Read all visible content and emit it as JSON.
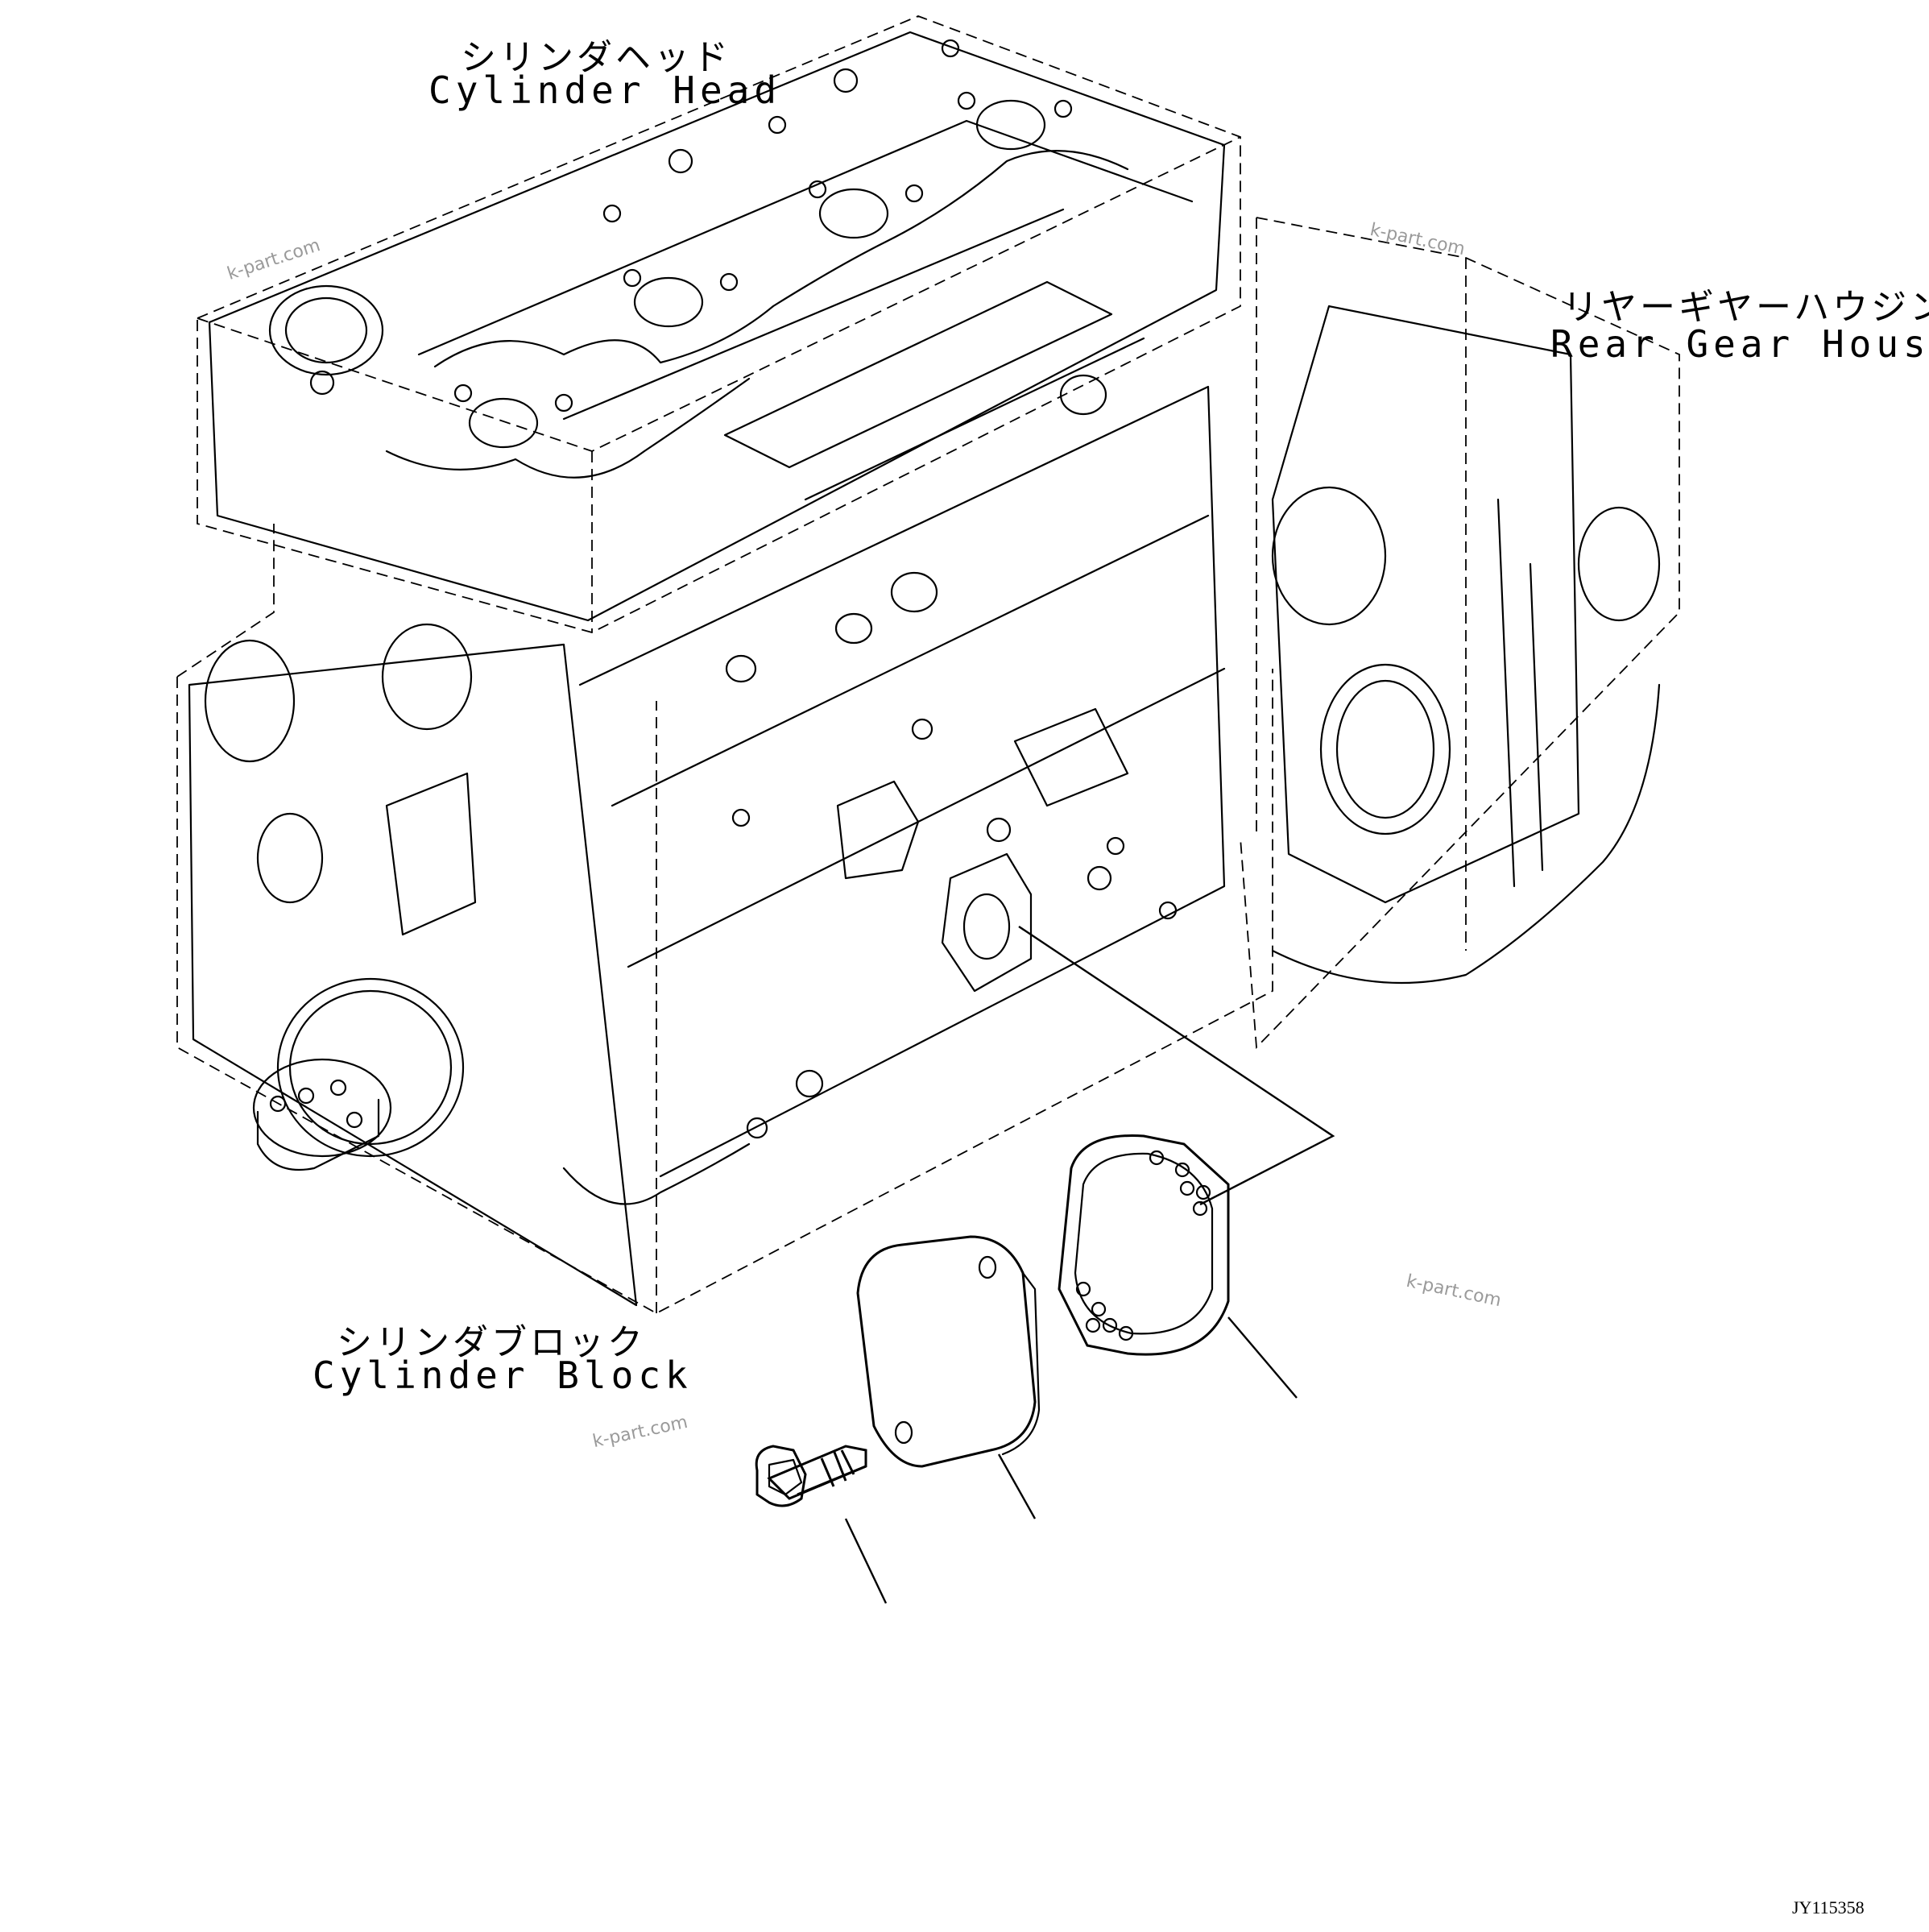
{
  "labels": {
    "cylinder_head": {
      "jp": "シリンダヘッド",
      "en": "Cylinder Head"
    },
    "rear_gear_housing": {
      "jp": "リヤーギヤーハウジング",
      "en": "Rear Gear Housing"
    },
    "cylinder_block": {
      "jp": "シリンダブロック",
      "en": "Cylinder Block"
    }
  },
  "watermarks": [
    "k-part.com",
    "k-part.com",
    "k-part.com",
    "k-part.com"
  ],
  "drawing_code": "JY115358",
  "colors": {
    "line": "#000000",
    "background": "#ffffff",
    "watermark": "#9a9a9a"
  }
}
